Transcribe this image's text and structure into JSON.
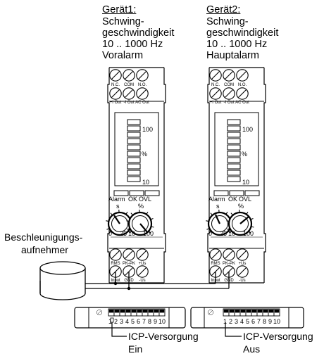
{
  "devices": [
    {
      "title": "Gerät1:",
      "lines": [
        "Schwing-",
        "geschwindigkeit",
        "10 .. 1000 Hz",
        "Voralarm"
      ],
      "top_terminals": [
        "N.C.",
        "COM",
        "N.O."
      ],
      "out_terminals": [
        "+I Out",
        "-I Out",
        "AC Out"
      ],
      "scale_top": "100",
      "scale_mid": "%",
      "scale_bot": "10",
      "status_labels": [
        "Alarm",
        "OK",
        "OVL"
      ],
      "knob_labels": [
        "s",
        "%"
      ],
      "knob_scale": [
        "0",
        "25",
        "10",
        "100"
      ],
      "bottom_terminals": [
        "RMS",
        "PK-PK",
        "+Us"
      ],
      "input_terminals": [
        "Input",
        "GND",
        "-Us"
      ]
    },
    {
      "title": "Gerät2:",
      "lines": [
        "Schwing-",
        "geschwindigkeit",
        "10 .. 1000 Hz",
        "Hauptalarm"
      ],
      "top_terminals": [
        "N.C.",
        "COM",
        "N.O."
      ],
      "out_terminals": [
        "+I Out",
        "-I Out",
        "AC Out"
      ],
      "scale_top": "100",
      "scale_mid": "%",
      "scale_bot": "10",
      "status_labels": [
        "Alarm",
        "OK",
        "OVL"
      ],
      "knob_labels": [
        "s",
        "%"
      ],
      "knob_scale": [
        "0",
        "25",
        "10",
        "100"
      ],
      "bottom_terminals": [
        "RMS",
        "PK-PK",
        "+Us"
      ],
      "input_terminals": [
        "Input",
        "GND",
        "-Us"
      ]
    }
  ],
  "sensor_label": [
    "Beschleunigungs-",
    "aufnehmer"
  ],
  "dip_switches": [
    {
      "numbers": [
        "1",
        "2",
        "3",
        "4",
        "5",
        "6",
        "7",
        "8",
        "9",
        "10"
      ],
      "callout": [
        "ICP-Versorgung",
        "Ein"
      ]
    },
    {
      "numbers": [
        "1",
        "2",
        "3",
        "4",
        "5",
        "6",
        "7",
        "8",
        "9",
        "10"
      ],
      "callout": [
        "ICP-Versorgung",
        "Aus"
      ]
    }
  ]
}
